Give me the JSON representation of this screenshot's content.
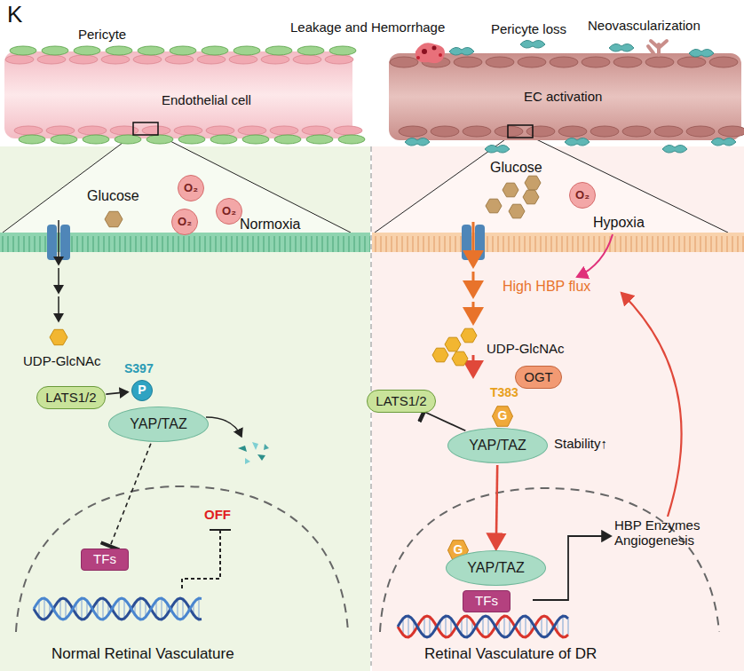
{
  "diagram": {
    "nodes": [
      {
        "text": [
          "LATS1/2"
        ]
      },
      {
        "text": [
          "YAP/TAZ"
        ]
      },
      {
        "text": [
          "P"
        ]
      },
      {
        "text": [
          "TFs"
        ]
      },
      {
        "text": [
          "O₂"
        ]
      },
      {
        "text": [
          "O₂"
        ]
      },
      {
        "text": [
          "O₂"
        ]
      },
      {
        "text": [
          "O₂"
        ]
      },
      {
        "text": [
          "OGT"
        ]
      },
      {
        "text": [
          "LATS1/2"
        ]
      },
      {
        "text": [
          "G"
        ]
      },
      {
        "text": [
          "YAP/TAZ"
        ]
      },
      {
        "text": [
          "G"
        ]
      },
      {
        "text": [
          "YAP/TAZ"
        ]
      },
      {
        "text": [
          "TFs"
        ]
      }
    ],
    "edges": [
      {
        "from": 0,
        "to": 2,
        "arrow": "to"
      },
      {
        "from": 1,
        "to": 3,
        "arrow": "to"
      },
      {
        "from": 11,
        "to": 9,
        "arrow": "to"
      },
      {
        "from": 11,
        "to": 13,
        "arrow": "to"
      }
    ],
    "labels": [
      "K",
      "Pericyte",
      "Endothelial cell",
      "Glucose",
      "Normoxia",
      "UDP-GlcNAc",
      "S397",
      "OFF",
      "Normal Retinal Vasculature",
      "Leakage and Hemorrhage",
      "Pericyte loss",
      "Neovascularization",
      "EC activation",
      "Glucose",
      "Hypoxia",
      "High HBP flux",
      "UDP-GlcNAc",
      "T383",
      "Stability↑",
      "HBP Enzymes Angiogenesis",
      "Retinal Vasculature of DR"
    ]
  }
}
